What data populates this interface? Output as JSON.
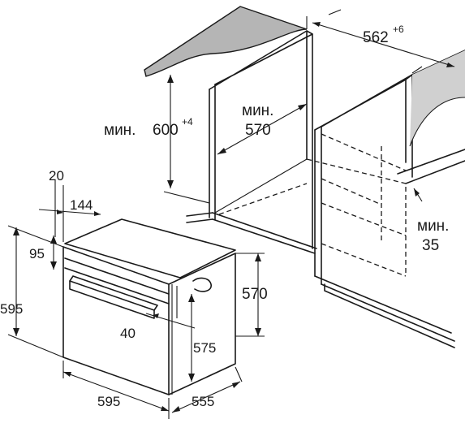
{
  "dimensions": {
    "width_total": "562",
    "width_tolerance": "+6",
    "height_min_prefix": "мин.",
    "height_min_value": "600",
    "height_tolerance": "+4",
    "depth_min_prefix": "мин.",
    "depth_min_value": "570",
    "gap_min_prefix": "мин.",
    "gap_min_value": "35",
    "panel_thickness": "20",
    "panel_offset": "144",
    "top_height": "95",
    "oven_height": "595",
    "oven_depth_side": "570",
    "handle_offset": "40",
    "inner_height": "575",
    "oven_width": "595",
    "oven_depth": "555"
  },
  "colors": {
    "line": "#1a1a1a",
    "countertop": "#b5b5b5",
    "background": "#ffffff"
  }
}
